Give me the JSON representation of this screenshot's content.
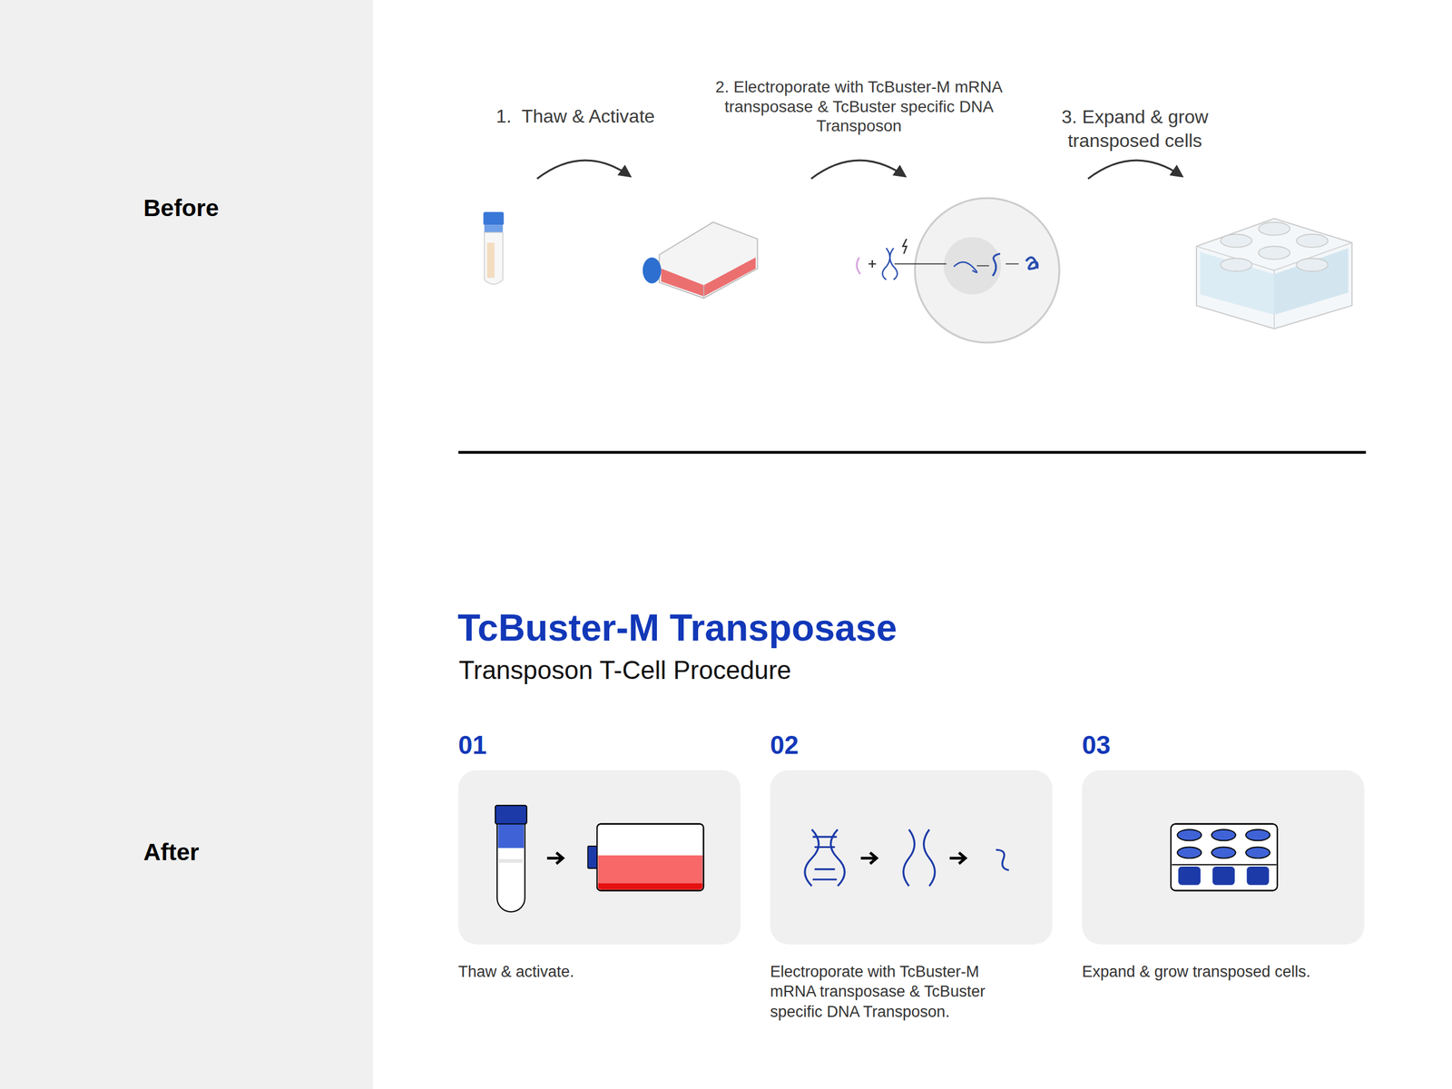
{
  "diagram": {
    "title": "TcBuster-M Transposase",
    "nodes": [
      {
        "text": [
          "01",
          "Thaw & activate."
        ]
      },
      {
        "text": [
          "02",
          "Electroporate with TcBuster-M mRNA transposase & TcBuster specific DNA Transposon."
        ]
      },
      {
        "text": [
          "03",
          "Expand & grow transposed cells."
        ]
      }
    ],
    "labels": [
      "Before",
      "After",
      "1.  Thaw & Activate",
      "2. Electroporate with TcBuster-M mRNA transposase & TcBuster specific DNA Transposon",
      "3. Expand & grow transposed cells",
      "Transposon T-Cell Procedure"
    ]
  }
}
